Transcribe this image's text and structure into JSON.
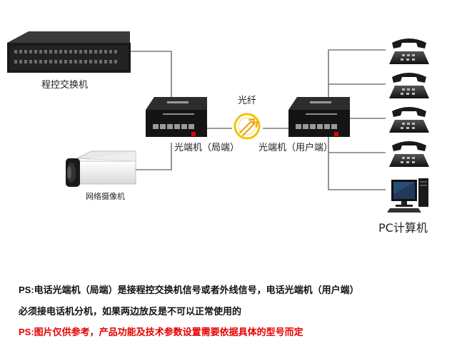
{
  "labels": {
    "switch": "程控交换机",
    "camera": "网络摄像机",
    "fiber": "光纤",
    "local_end": "光端机（局端）",
    "user_end": "光端机（用户端）",
    "pc": "PC计算机"
  },
  "notes": [
    {
      "prefix": "PS:",
      "text": "电话光端机（局端）是接程控交换机信号或者外线信号，电话光端机（用户端）"
    },
    {
      "prefix": "",
      "text": "必须接电话机分机，如果两边放反是不可以正常使用的"
    },
    {
      "prefix": "PS:",
      "text": "图片仅供参考，产品功能及技术参数设置需要依据具体的型号而定"
    }
  ],
  "colors": {
    "line": "#7a7a7a",
    "device_dark": "#1c1c1c",
    "fiber_icon": "#f2c200",
    "warning_text": "#e60000"
  }
}
